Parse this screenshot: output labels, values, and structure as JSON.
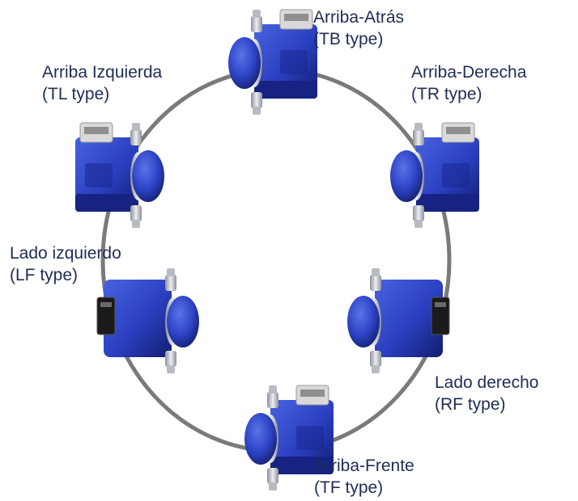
{
  "colors": {
    "ring": "#7a7a7a",
    "body": "#2a3fbf",
    "body_dark": "#13207a",
    "body_light": "#3f58d8",
    "metal": "#c9ccd2",
    "metal_dark": "#8d9099",
    "display": "#d9d9d9",
    "text": "#1f2d55"
  },
  "pumps": [
    {
      "id": "tb",
      "name": "Arriba-Atrás",
      "type": "(TB type)",
      "icon": "pump-icon",
      "orientation": "top-back"
    },
    {
      "id": "tr",
      "name": "Arriba-Derecha",
      "type": "(TR type)",
      "icon": "pump-icon",
      "orientation": "top-right"
    },
    {
      "id": "rf",
      "name": "Lado derecho",
      "type": "(RF type)",
      "icon": "pump-icon",
      "orientation": "right-side"
    },
    {
      "id": "tf",
      "name": "Arriba-Frente",
      "type": "(TF type)",
      "icon": "pump-icon",
      "orientation": "top-front"
    },
    {
      "id": "lf",
      "name": "Lado izquierdo",
      "type": "(LF type)",
      "icon": "pump-icon",
      "orientation": "left-side"
    },
    {
      "id": "tl",
      "name": "Arriba Izquierda",
      "type": "(TL type)",
      "icon": "pump-icon",
      "orientation": "top-left"
    }
  ]
}
